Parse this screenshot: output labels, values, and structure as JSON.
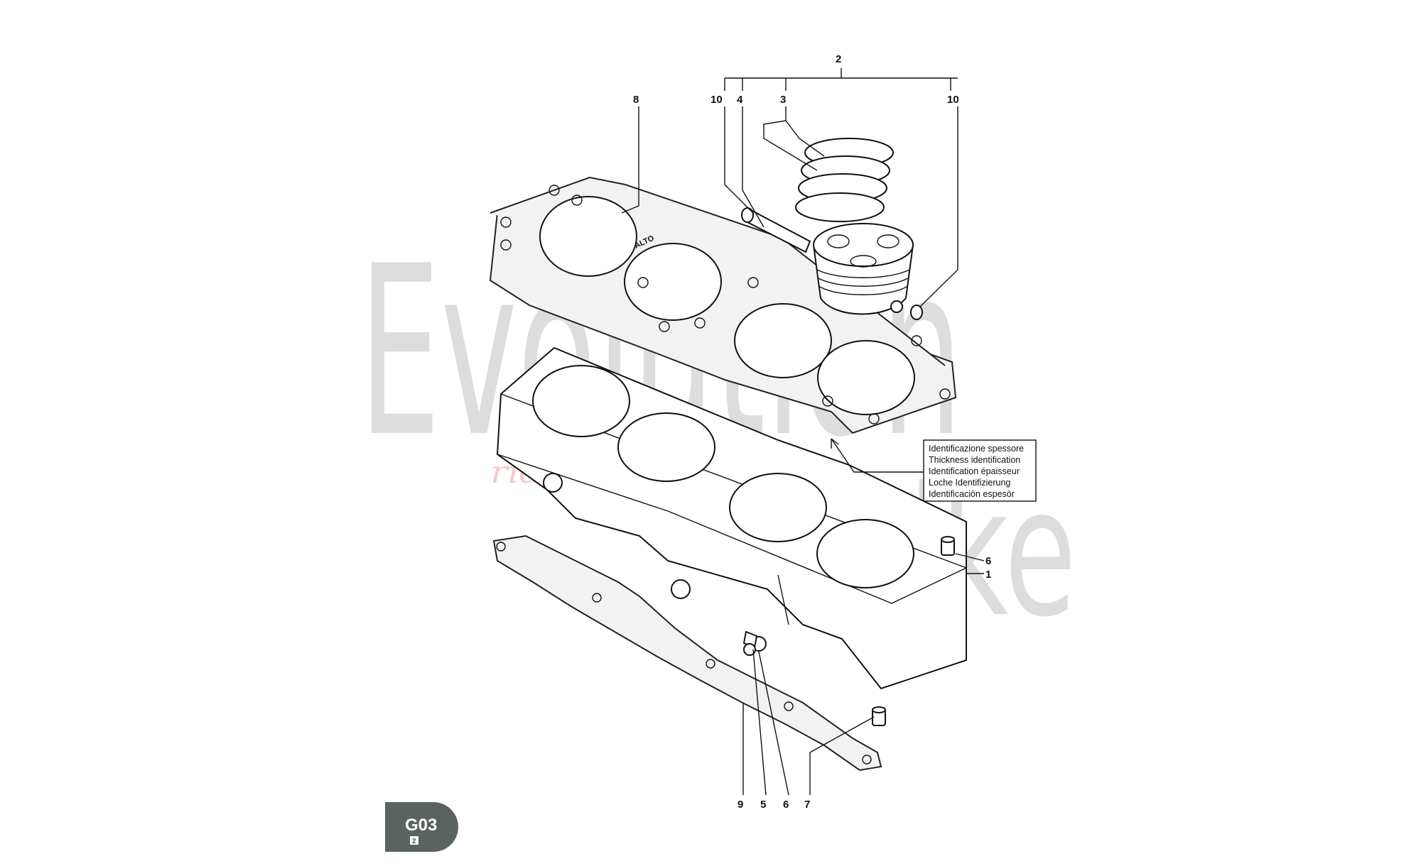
{
  "watermark": {
    "line1": "Evolution",
    "line2": "Bike",
    "tagline": "ride the future"
  },
  "callouts": {
    "c2": "2",
    "c3": "3",
    "c4": "4",
    "c8": "8",
    "c10a": "10",
    "c10b": "10",
    "c6a": "6",
    "c1": "1",
    "c9": "9",
    "c5": "5",
    "c6b": "6",
    "c7": "7"
  },
  "gasket_marking": "ALTO",
  "thickness_note": [
    "Identificazione spessore",
    "Thickness identification",
    "Identification épaisseur",
    "Loche Identifizierung",
    "Identificaciòn espesòr"
  ],
  "badge": {
    "code": "G03",
    "sub": "2",
    "color": "#5b6361"
  }
}
